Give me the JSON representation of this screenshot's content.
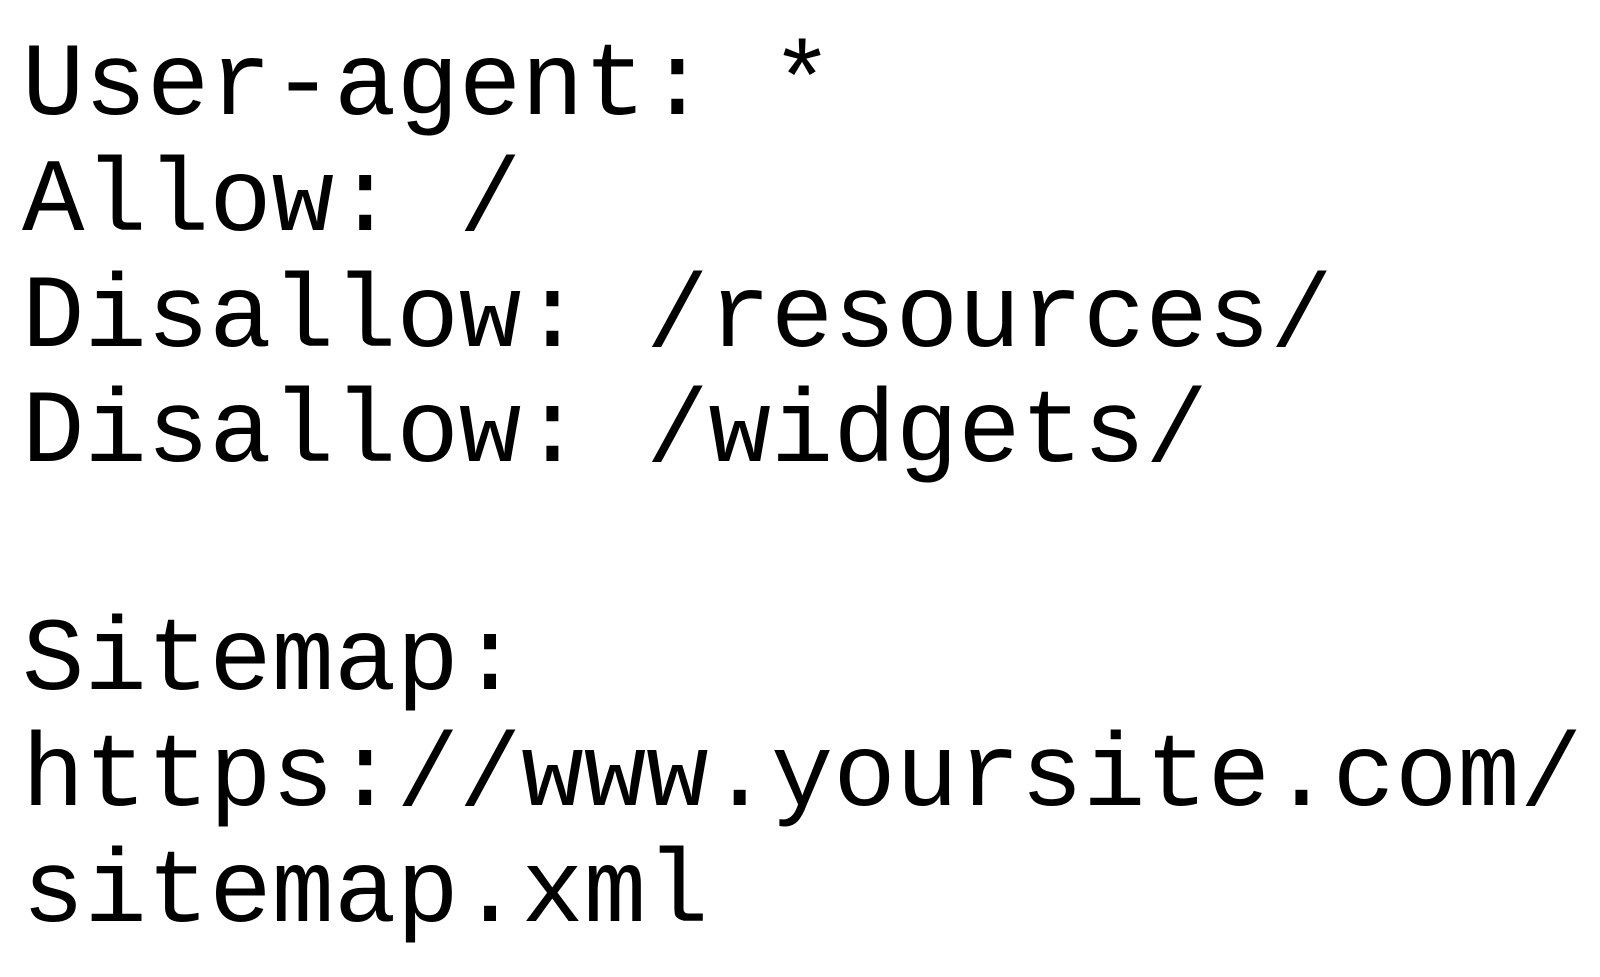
{
  "document": {
    "type": "plain-text-file",
    "filename_convention": "robots.txt",
    "background_color": "#ffffff",
    "text_color": "#000000",
    "font_style": "monospace",
    "lines": [
      {
        "id": "line-user-agent",
        "text": "User-agent: *",
        "blank": false
      },
      {
        "id": "line-allow",
        "text": "Allow: /",
        "blank": false
      },
      {
        "id": "line-disallow-resources",
        "text": "Disallow: /resources/",
        "blank": false
      },
      {
        "id": "line-disallow-widgets",
        "text": "Disallow: /widgets/",
        "blank": false
      },
      {
        "id": "line-blank",
        "text": "",
        "blank": true
      },
      {
        "id": "line-sitemap-label",
        "text": "Sitemap:",
        "blank": false
      },
      {
        "id": "line-sitemap-url-part1",
        "text": "https://www.yoursite.com/",
        "blank": false
      },
      {
        "id": "line-sitemap-url-part2",
        "text": "sitemap.xml",
        "blank": false
      }
    ],
    "directives": {
      "user_agent": "*",
      "allow": [
        "/"
      ],
      "disallow": [
        "/resources/",
        "/widgets/"
      ],
      "sitemap": "https://www.yoursite.com/sitemap.xml"
    }
  }
}
